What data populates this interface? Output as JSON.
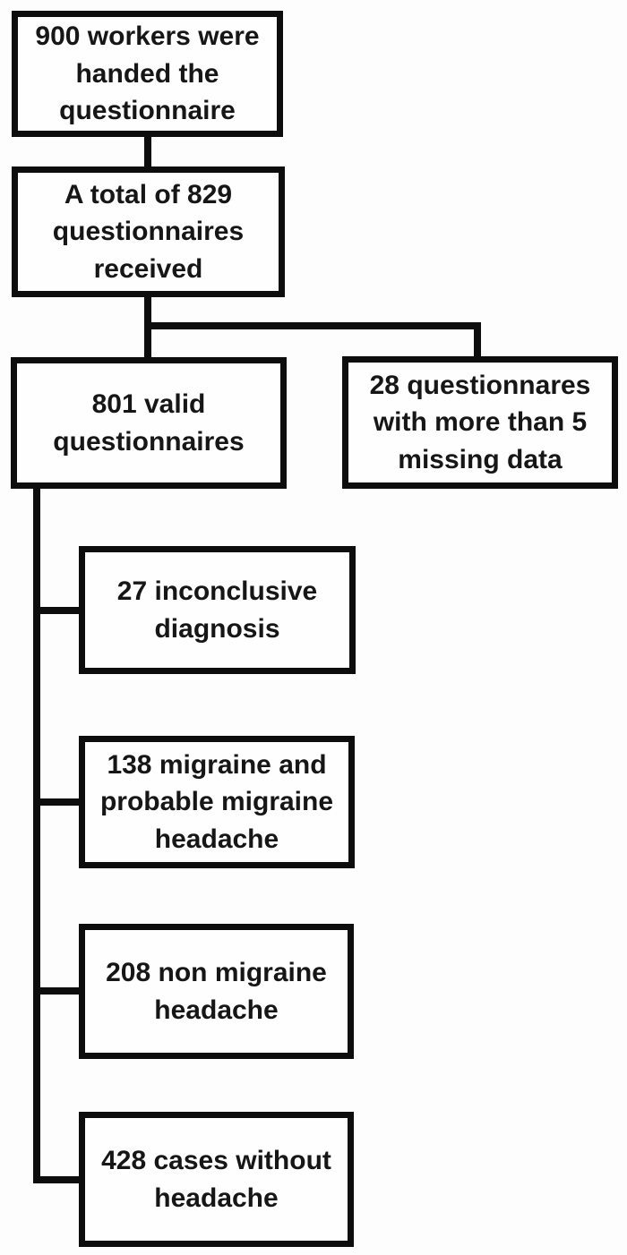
{
  "diagram": {
    "type": "flowchart",
    "colors": {
      "line": "#0d0d0d",
      "box_background": "#fefefe",
      "text": "#161616",
      "page_background": "#ffffff"
    },
    "nodes": [
      {
        "id": "handed",
        "value": 900,
        "text": "900 workers were\nhanded the\nquestionnaire"
      },
      {
        "id": "received",
        "value": 829,
        "text": "A total of 829\nquestionnaires\nreceived"
      },
      {
        "id": "valid",
        "value": 801,
        "text": "801 valid\nquestionnaires"
      },
      {
        "id": "missing",
        "value": 28,
        "text": "28 questionnares\nwith more than 5\nmissing data"
      },
      {
        "id": "inconclusive",
        "value": 27,
        "text": "27 inconclusive\ndiagnosis"
      },
      {
        "id": "migraine",
        "value": 138,
        "text": "138 migraine and\nprobable migraine\nheadache"
      },
      {
        "id": "non_migraine",
        "value": 208,
        "text": "208 non migraine\nheadache"
      },
      {
        "id": "no_headache",
        "value": 428,
        "text": "428 cases without\nheadache"
      }
    ],
    "edges": [
      {
        "from": "handed",
        "to": "received"
      },
      {
        "from": "received",
        "to": "valid"
      },
      {
        "from": "received",
        "to": "missing"
      },
      {
        "from": "valid",
        "to": "inconclusive"
      },
      {
        "from": "valid",
        "to": "migraine"
      },
      {
        "from": "valid",
        "to": "non_migraine"
      },
      {
        "from": "valid",
        "to": "no_headache"
      }
    ]
  }
}
